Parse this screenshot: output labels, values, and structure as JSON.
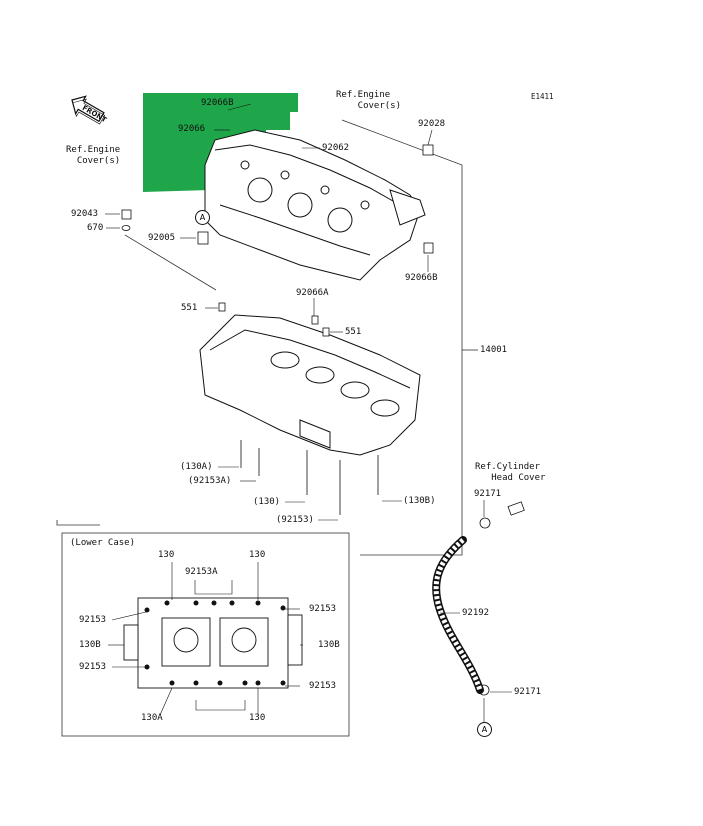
{
  "diagram": {
    "code": "E1411",
    "front_label": "FRONT",
    "ref_engine_cover_top": "Ref.Engine\n    Cover(s)",
    "ref_engine_cover_left": "Ref.Engine\n  Cover(s)",
    "ref_cylinder_head_cover": "Ref.Cylinder\n   Head Cover",
    "lower_case_title": "(Lower Case)",
    "marker_a": "A",
    "highlight_color": "#1fa64a",
    "parts": {
      "p92066B_top": "92066B",
      "p92066_top": "92066",
      "p92062": "92062",
      "p92028": "92028",
      "p92043": "92043",
      "p670": "670",
      "p92005": "92005",
      "p92066B_right": "92066B",
      "p551_left": "551",
      "p92066A": "92066A",
      "p551_right": "551",
      "p14001": "14001",
      "p130A": "(130A)",
      "p92153A": "(92153A)",
      "p130": "(130)",
      "p130B": "(130B)",
      "p92153": "(92153)",
      "p92171_top": "92171",
      "p92192": "92192",
      "p92171_bottom": "92171"
    },
    "lower_case": {
      "top_130_left": "130",
      "top_130_right": "130",
      "top_92153A": "92153A",
      "left_92153_top": "92153",
      "left_130B": "130B",
      "left_92153_bottom": "92153",
      "right_92153_top": "92153",
      "right_130B": "130B",
      "right_92153_bottom": "92153",
      "bottom_130A": "130A",
      "bottom_130": "130"
    }
  }
}
